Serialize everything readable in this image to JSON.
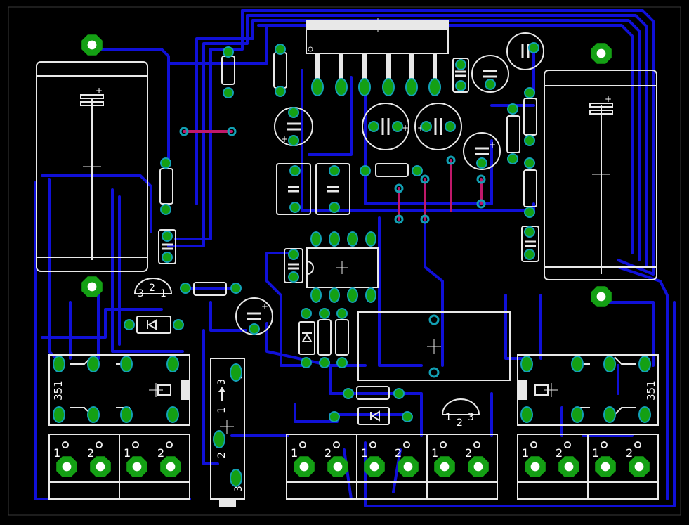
{
  "colors": {
    "background": "#000000",
    "board_outline": "#c8c8c8",
    "trace_bottom": "#1010d8",
    "trace_top": "#c0186a",
    "pad": "#14a014",
    "via": "#12a0b4",
    "silkscreen": "#e8e8e8"
  },
  "relays": {
    "left_code": "351",
    "right_code": "351"
  },
  "switch": {
    "pin1": "1",
    "pin2": "2",
    "pin3": "3",
    "arrow_from": "1",
    "arrow_to": "3"
  },
  "regulators": [
    {
      "labels": [
        "3",
        "2",
        "1"
      ]
    },
    {
      "labels": [
        "1",
        "2",
        "3"
      ]
    }
  ],
  "terminal_pins": [
    "1",
    "2"
  ],
  "polarity_mark": "+"
}
